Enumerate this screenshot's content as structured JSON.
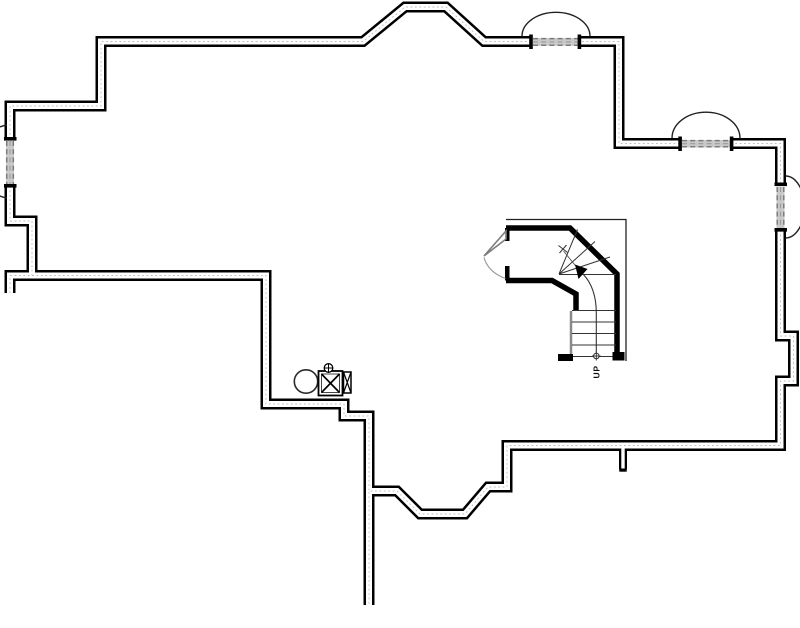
{
  "plan": {
    "stair": {
      "label": "UP",
      "type": "winder-stair"
    },
    "colors": {
      "wall": "#000000",
      "background": "#ffffff",
      "window_fill": "#c9c9c9",
      "window_dash": "#7a7a7a",
      "cavity_dot": "#bdbdbd",
      "stair_gray": "#8a8a8a",
      "thin_line": "#333333",
      "arc_line": "#222222"
    },
    "windows": [
      {
        "name": "top-wall-window",
        "kind": "window-with-well-arc"
      },
      {
        "name": "upper-right-window",
        "kind": "window-with-well-arc"
      },
      {
        "name": "right-wall-window",
        "kind": "window-with-well-arc"
      },
      {
        "name": "left-wall-window",
        "kind": "window-with-well-arc"
      }
    ],
    "fixtures": [
      {
        "name": "water-heater",
        "kind": "circle-fixture"
      },
      {
        "name": "furnace",
        "kind": "boxed-x-fixture-with-flue"
      },
      {
        "name": "utility-unit",
        "kind": "narrow-boxed-x-fixture"
      }
    ]
  }
}
